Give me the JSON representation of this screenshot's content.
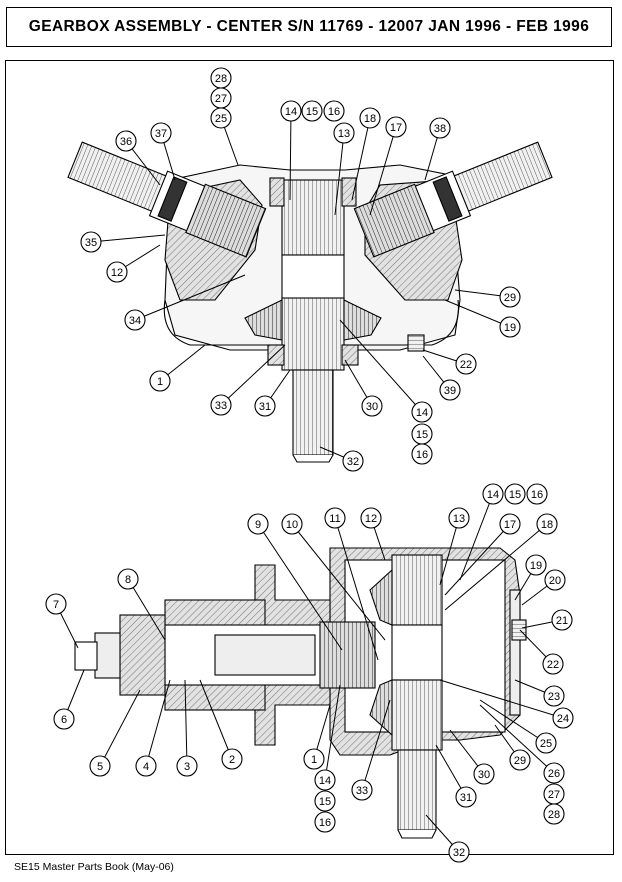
{
  "title": "GEARBOX ASSEMBLY - CENTER S/N 11769 - 12007 JAN 1996 - FEB 1996",
  "footer": "SE15 Master Parts Book (May-06)",
  "top_view_callouts": [
    "28",
    "27",
    "25",
    "14",
    "15",
    "16",
    "13",
    "18",
    "17",
    "38",
    "36",
    "37",
    "35",
    "12",
    "34",
    "29",
    "19",
    "1",
    "22",
    "39",
    "33",
    "31",
    "30",
    "14",
    "15",
    "16",
    "32"
  ],
  "bottom_view_callouts": [
    "14",
    "15",
    "16",
    "9",
    "10",
    "11",
    "12",
    "13",
    "17",
    "18",
    "8",
    "7",
    "19",
    "20",
    "21",
    "22",
    "23",
    "24",
    "25",
    "26",
    "27",
    "28",
    "6",
    "5",
    "4",
    "3",
    "2",
    "1",
    "14",
    "15",
    "16",
    "33",
    "29",
    "30",
    "31",
    "32"
  ]
}
